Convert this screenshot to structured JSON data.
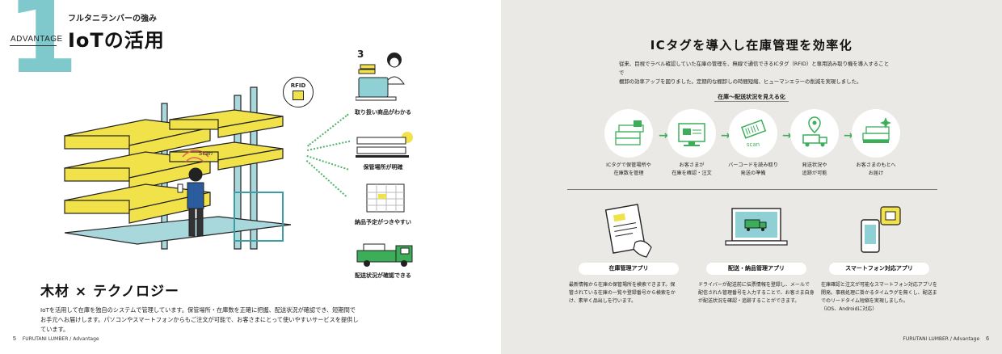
{
  "left": {
    "big_number": "1",
    "advantage_label": "ADVANTAGE",
    "subtitle": "フルタニランバーの強み",
    "title": "IoTの活用",
    "rfid_badge": "RFID",
    "scan_text": "Scan",
    "laptop_number": "3",
    "illustrations": [
      {
        "caption": "取り扱い商品がわかる",
        "icon": "laptop-woman-icon"
      },
      {
        "caption": "保管場所が明確",
        "icon": "shelf-lumber-icon"
      },
      {
        "caption": "納品予定がつきやすい",
        "icon": "calendar-icon"
      },
      {
        "caption": "配送状況が確認できる",
        "icon": "truck-icon"
      }
    ],
    "section_heading": "木材 × テクノロジー",
    "body": [
      "IoTを活用して在庫を独自のシステムで管理しています。保管場所・在庫数を正確に把握、配送状況が確認でき、短期間で",
      "お手元へお届けします。パソコンやスマートフォンからもご注文が可能で、お客さまにとって使いやすいサービスを提供しています。"
    ],
    "page_number": "5",
    "footer_text": "FURUTANI LUMBER / Advantage"
  },
  "right": {
    "title": "ICタグを導入し在庫管理を効率化",
    "intro": [
      "従来、目視でラベル確認していた在庫の管理を、無線で通信できるICタグ（RFID）と専用読み取り機を導入することで",
      "棚卸の効率アップを図りました。定期的な棚卸しの時間短縮、ヒューマンエラーの削減を実現しました。"
    ],
    "flow_label": "在庫～配送状況を見える化",
    "scan_text": "scan",
    "flow": [
      {
        "caption": [
          "ICタグで保管場所や",
          "在庫数を管理"
        ],
        "icon": "lumber-tag-icon"
      },
      {
        "caption": [
          "お客さまが",
          "在庫を確認・注文"
        ],
        "icon": "monitor-icon"
      },
      {
        "caption": [
          "バーコードを読み取り",
          "発送の準備"
        ],
        "icon": "scan-tag-icon"
      },
      {
        "caption": [
          "発送状況や",
          "追跡が可能"
        ],
        "icon": "map-pin-truck-icon"
      },
      {
        "caption": [
          "お客さまのもとへ",
          "お届け"
        ],
        "icon": "delivered-lumber-icon"
      }
    ],
    "apps": [
      {
        "name": "在庫管理アプリ",
        "icon": "document-hand-icon",
        "desc": [
          "最新情報から在庫の保管場所を検索できます。保",
          "管されている在庫の一覧や登録番号から検索をか",
          "け、素早く品出しを行います。"
        ]
      },
      {
        "name": "配送・納品管理アプリ",
        "icon": "laptop-truck-icon",
        "desc": [
          "ドライバーが配送前に伝票情報を登録し、メールで",
          "配信された管理番号を入力することで、お客さま自身",
          "が配送状況を確認・追跡することができます。"
        ]
      },
      {
        "name": "スマートフォン対応アプリ",
        "icon": "smartphone-icon",
        "desc": [
          "在庫確認と注文が可能なスマートフォン対応アプリを",
          "開発。事務処理に掛かるタイムラグを無くし、配送ま",
          "でのリードタイム短縮を実現しました。",
          "（iOS、Androidに対応）"
        ]
      }
    ],
    "page_number": "6",
    "footer_text": "FURUTANI LUMBER / Advantage"
  },
  "colors": {
    "accent_teal": "#7fc8cc",
    "accent_green": "#3cae5a",
    "lumber_yellow": "#f2e24a",
    "right_bg": "#ebe9e5"
  }
}
